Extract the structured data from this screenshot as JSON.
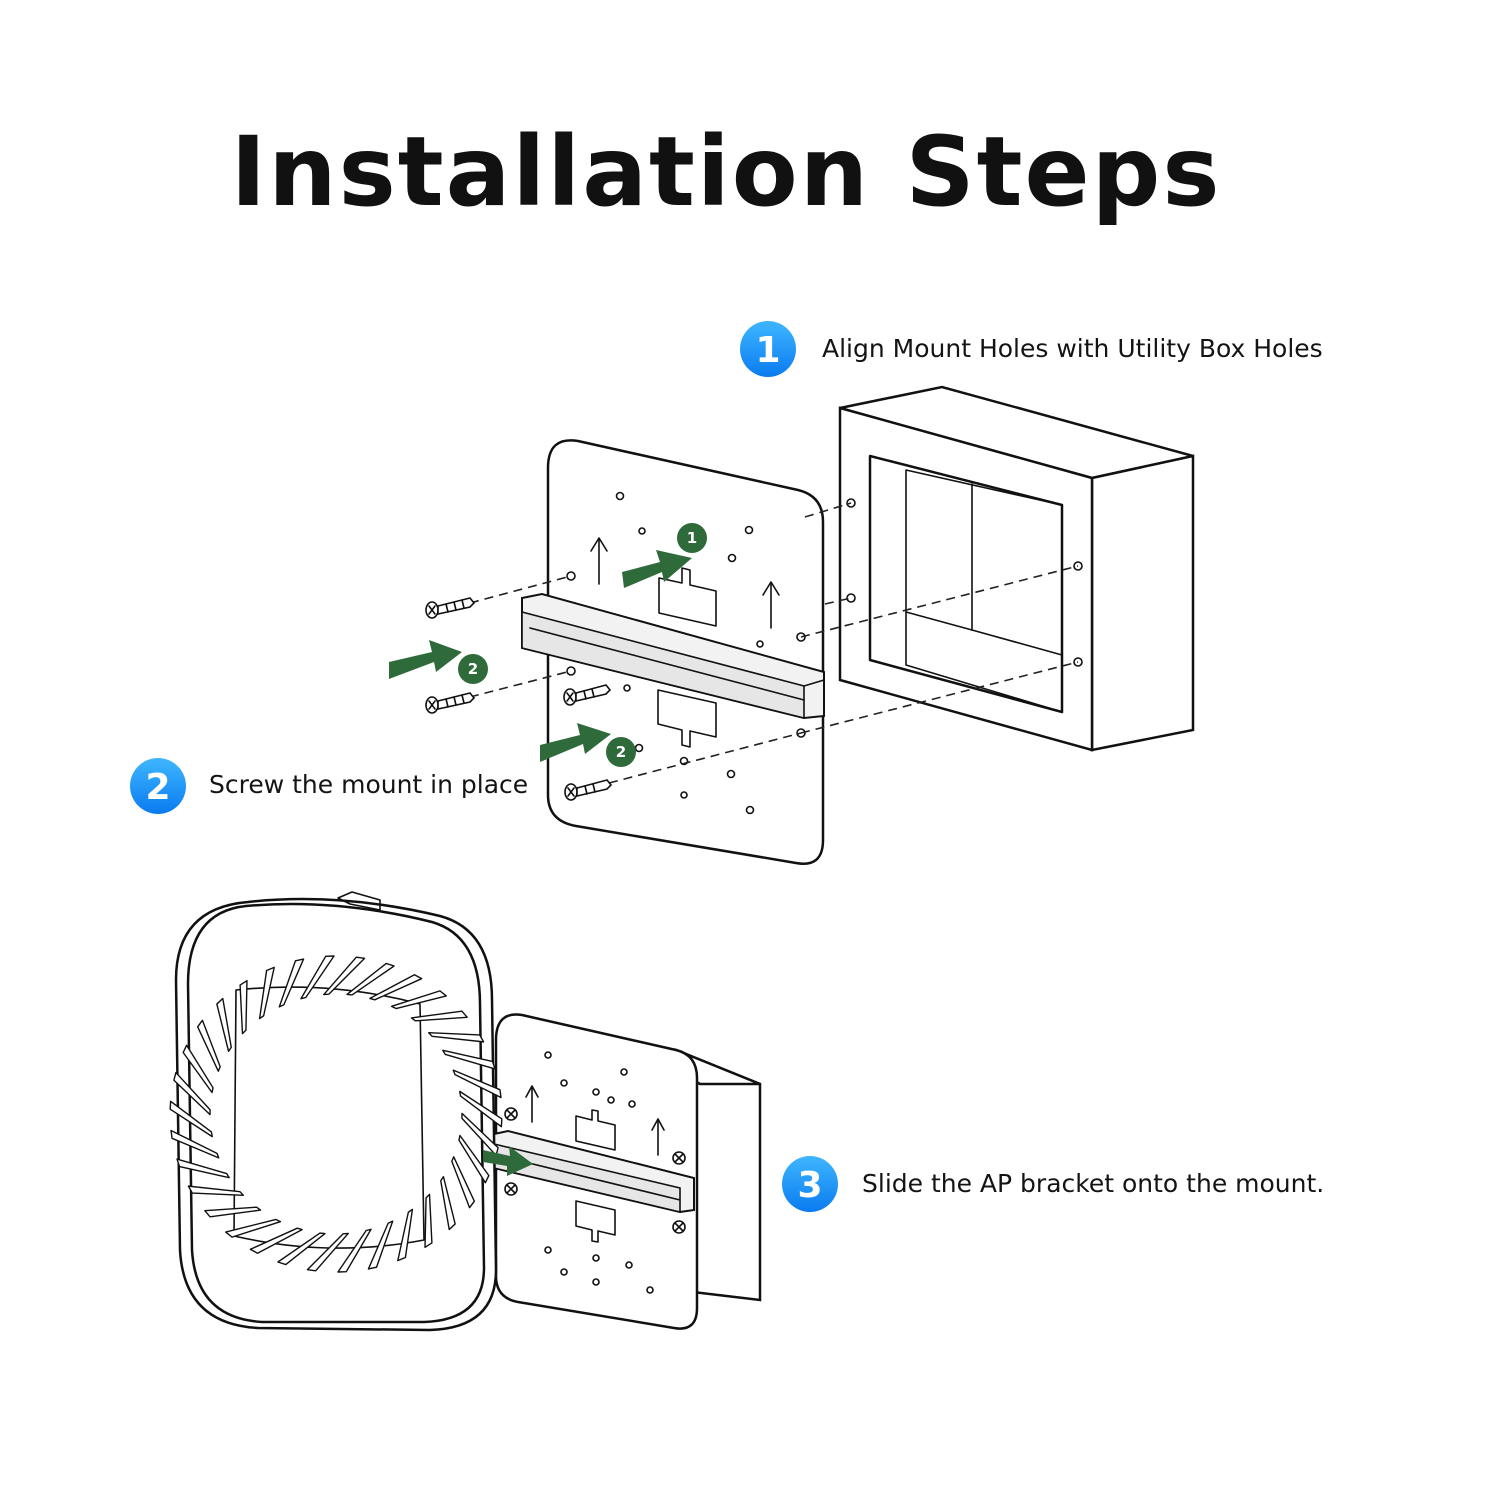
{
  "title": "Installation Steps",
  "colors": {
    "step_badge_gradient_top": "#3fb6ff",
    "step_badge_gradient_bottom": "#0a7bf0",
    "action_arrow": "#2f6b3a",
    "line_art": "#111111"
  },
  "steps": [
    {
      "number": "1",
      "caption": "Align Mount Holes with Utility Box Holes"
    },
    {
      "number": "2",
      "caption": "Screw the mount in place"
    },
    {
      "number": "3",
      "caption": "Slide the AP bracket onto the mount."
    }
  ],
  "callouts": {
    "arrow_1": "1",
    "arrow_2": "2"
  }
}
